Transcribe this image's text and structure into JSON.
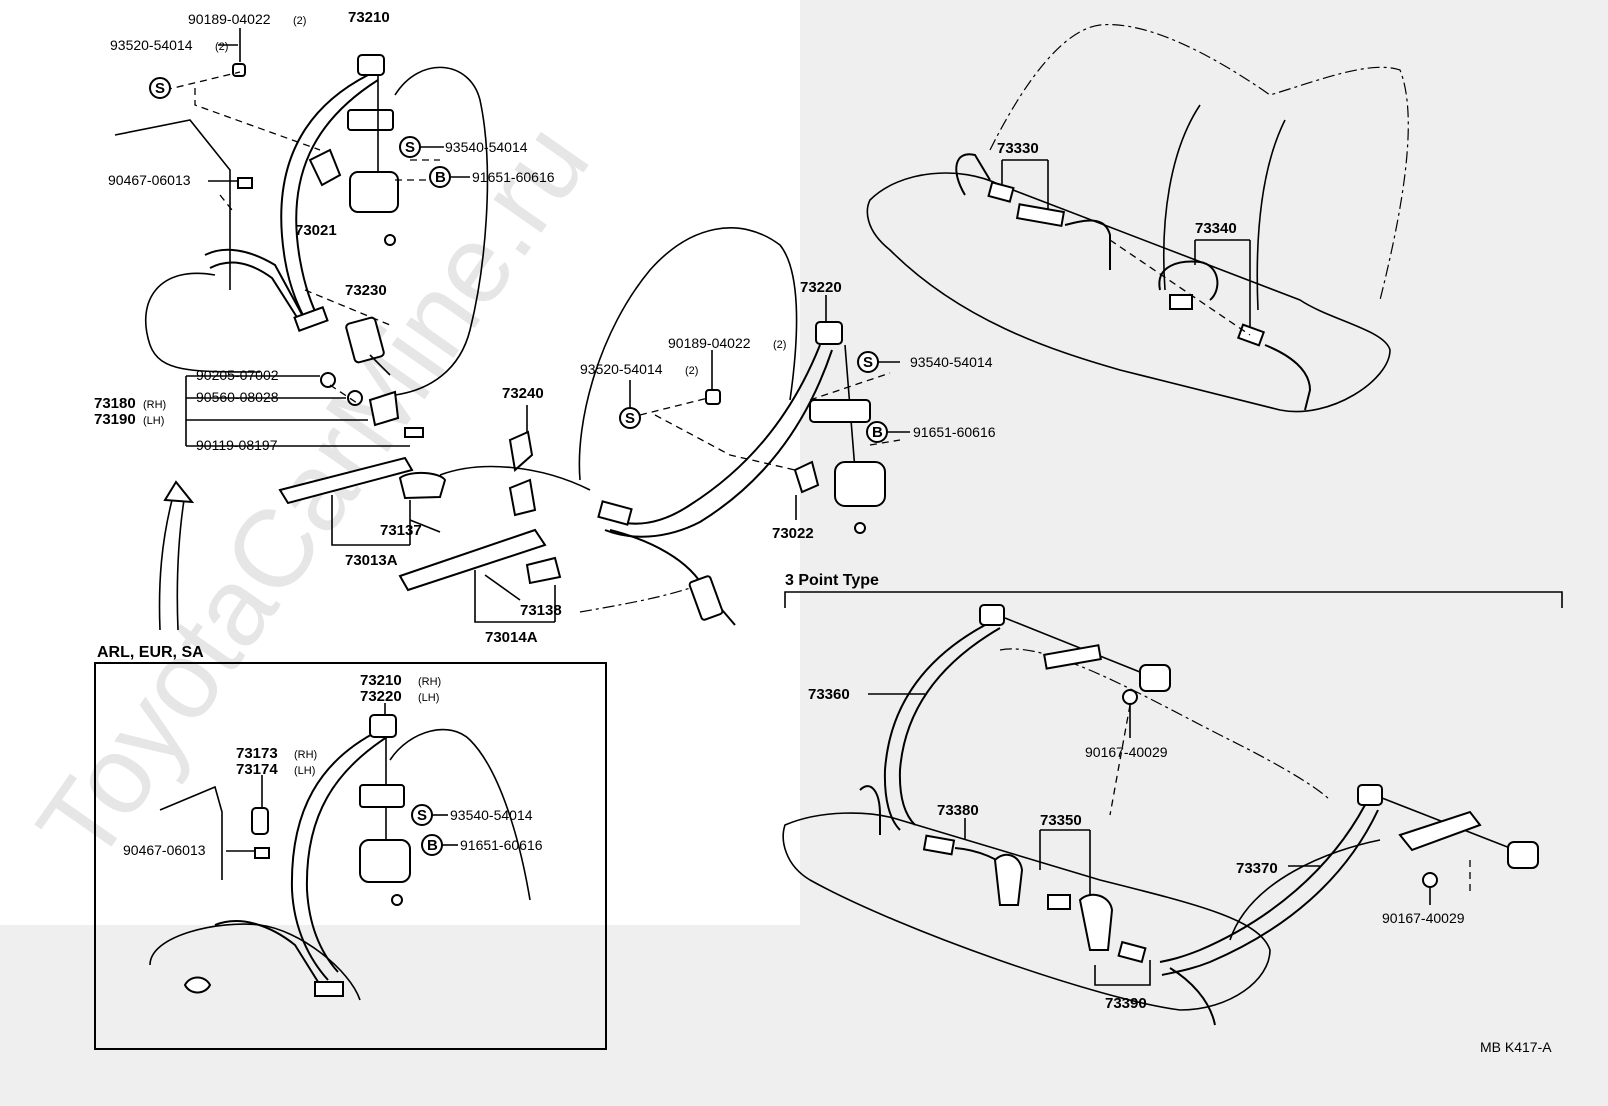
{
  "watermark": "ToyotaCarMine.ru",
  "figure_code": "MB  K417-A",
  "sections": {
    "arl_eur_sa": "ARL, EUR, SA",
    "three_point_type": "3 Point Type"
  },
  "symbols": {
    "s": "S",
    "b": "B"
  },
  "labels": {
    "p73210": "73210",
    "p90189_top": "90189-04022",
    "q90189_top": "(2)",
    "p93520_top": "93520-54014",
    "q93520_top": "(2)",
    "p93540_a": "93540-54014",
    "p91651_a": "91651-60616",
    "p90467_a": "90467-06013",
    "p73021": "73021",
    "p73230": "73230",
    "p90205": "90205-07002",
    "p90560": "90560-08028",
    "p73180": "73180",
    "s73180": "(RH)",
    "p73190": "73190",
    "s73190": "(LH)",
    "p90119": "90119-08197",
    "p73240": "73240",
    "p73137": "73137",
    "p73013a": "73013A",
    "p73138": "73138",
    "p73014a": "73014A",
    "p90189_mid": "90189-04022",
    "q90189_mid": "(2)",
    "p93520_mid": "93520-54014",
    "q93520_mid": "(2)",
    "p73220": "73220",
    "p93540_b": "93540-54014",
    "p91651_b": "91651-60616",
    "p73022": "73022",
    "p73330": "73330",
    "p73340": "73340",
    "p73210_box": "73210",
    "s73210_box": "(RH)",
    "p73220_box": "73220",
    "s73220_box": "(LH)",
    "p73173": "73173",
    "s73173": "(RH)",
    "p73174": "73174",
    "s73174": "(LH)",
    "p93540_c": "93540-54014",
    "p91651_c": "91651-60616",
    "p90467_b": "90467-06013",
    "p73360": "73360",
    "p90167_a": "90167-40029",
    "p73380": "73380",
    "p73350": "73350",
    "p73370": "73370",
    "p90167_b": "90167-40029",
    "p73390": "73390"
  }
}
